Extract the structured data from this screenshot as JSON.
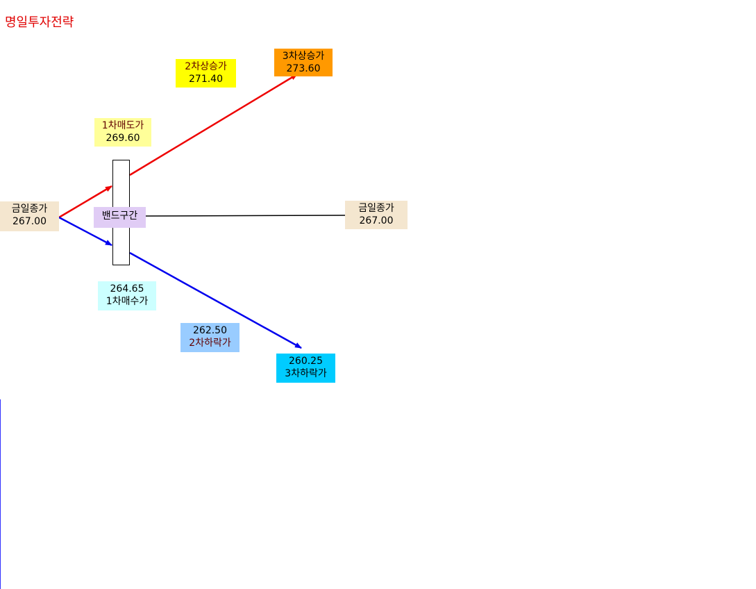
{
  "title": "명일투자전략",
  "labels": {
    "close_left": {
      "line1": "금일종가",
      "line2": "267.00"
    },
    "close_right": {
      "line1": "금일종가",
      "line2": "267.00"
    },
    "sell1": {
      "line1": "1차매도가",
      "line2": "269.60"
    },
    "rise2": {
      "line1": "2차상승가",
      "line2": "271.40"
    },
    "rise3": {
      "line1": "3차상승가",
      "line2": "273.60"
    },
    "buy1": {
      "line1": "264.65",
      "line2": "1차매수가"
    },
    "fall2": {
      "line1": "262.50",
      "line2": "2차하락가"
    },
    "fall3": {
      "line1": "260.25",
      "line2": "3차하락가"
    },
    "band": "밴드구간"
  },
  "colors": {
    "title": "#e00000",
    "up_arrow": "#ee0000",
    "down_arrow": "#0000ee",
    "close_bg": "#f4e6cf",
    "sell1_bg": "#ffff99",
    "rise2_bg": "#ffff00",
    "rise3_bg": "#ff9900",
    "buy1_bg": "#ccffff",
    "fall2_bg": "#99ccff",
    "fall3_bg": "#00ccff",
    "band_bg": "#e0ccf5"
  }
}
